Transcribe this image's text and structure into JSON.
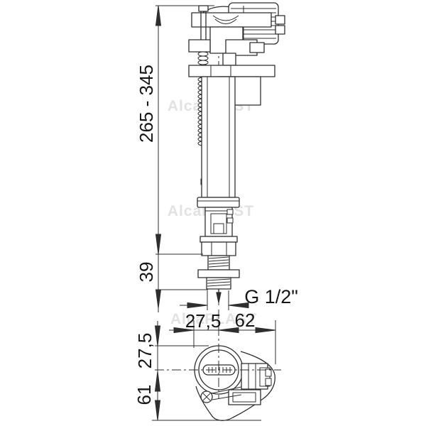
{
  "watermark": {
    "text": "AlcaPLAST"
  },
  "drawing": {
    "subject": "bottom-entry fill valve technical drawing",
    "views": [
      "side-view",
      "top-view"
    ]
  },
  "dimensions": {
    "height_range": "265 - 345",
    "shank_length": "39",
    "thread_size": "G 1/2\"",
    "center_offset_left": "27,5",
    "center_offset_right": "62",
    "top_to_center": "27,5",
    "center_to_bottom": "61"
  },
  "colors": {
    "background": "#ffffff",
    "line": "#2e2e2e",
    "text": "#161616",
    "watermark": "#e2e2e2"
  }
}
